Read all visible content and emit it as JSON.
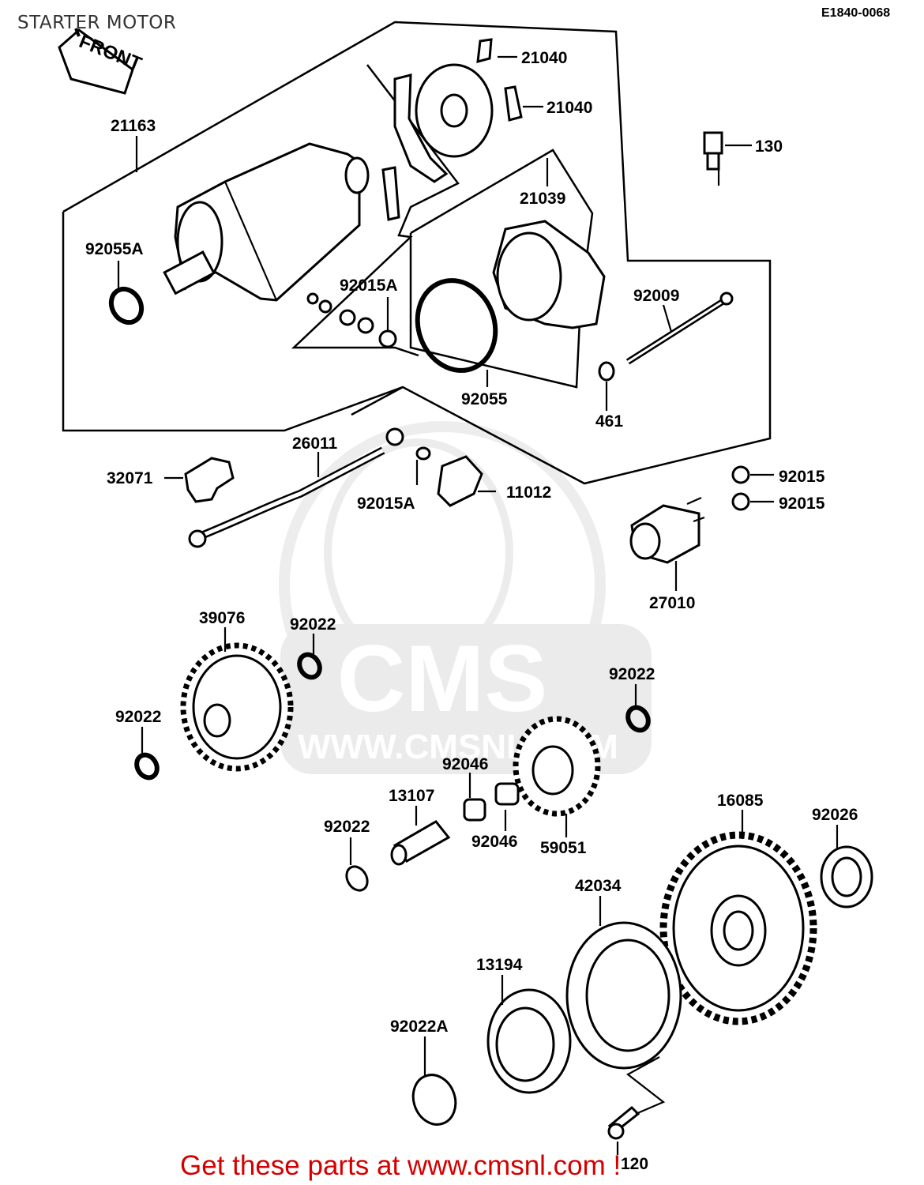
{
  "page": {
    "title": "STARTER MOTOR",
    "diagram_code": "E1840-0068",
    "footer": "Get these parts at www.cmsnl.com !"
  },
  "orientation_tag": "FRONT",
  "watermark": {
    "brand": "CMS",
    "url": "WWW.CMSNL.COM"
  },
  "parts": [
    {
      "id": "21163"
    },
    {
      "id": "21040"
    },
    {
      "id": "21040"
    },
    {
      "id": "130"
    },
    {
      "id": "21039"
    },
    {
      "id": "92055A"
    },
    {
      "id": "92015A"
    },
    {
      "id": "92009"
    },
    {
      "id": "92055"
    },
    {
      "id": "461"
    },
    {
      "id": "26011"
    },
    {
      "id": "32071"
    },
    {
      "id": "11012"
    },
    {
      "id": "92015A"
    },
    {
      "id": "92015"
    },
    {
      "id": "92015"
    },
    {
      "id": "27010"
    },
    {
      "id": "39076"
    },
    {
      "id": "92022"
    },
    {
      "id": "92022"
    },
    {
      "id": "92022"
    },
    {
      "id": "92046"
    },
    {
      "id": "13107"
    },
    {
      "id": "92022"
    },
    {
      "id": "92046"
    },
    {
      "id": "59051"
    },
    {
      "id": "16085"
    },
    {
      "id": "92026"
    },
    {
      "id": "42034"
    },
    {
      "id": "13194"
    },
    {
      "id": "92022A"
    },
    {
      "id": "120"
    }
  ]
}
